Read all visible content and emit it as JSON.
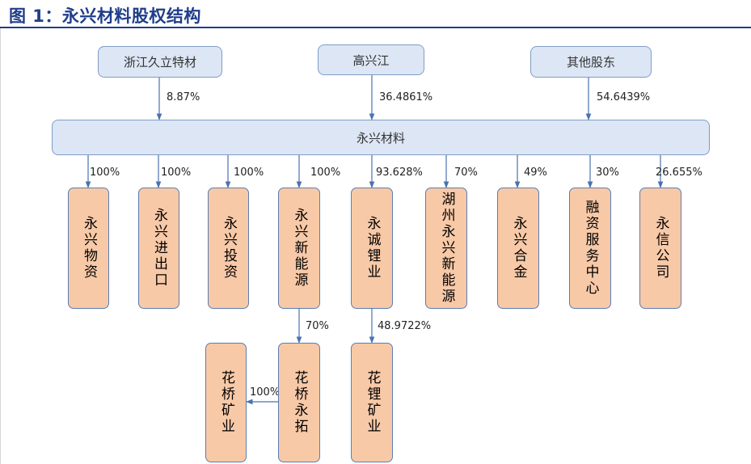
{
  "title": "图 1：永兴材料股权结构",
  "holders": [
    {
      "name": "浙江久立特材",
      "pct": "8.87%"
    },
    {
      "name": "高兴江",
      "pct": "36.4861%"
    },
    {
      "name": "其他股东",
      "pct": "54.6439%"
    }
  ],
  "main": "永兴材料",
  "subsidiaries": [
    {
      "name": "永兴物资",
      "pct": "100%"
    },
    {
      "name": "永兴进出口",
      "pct": "100%"
    },
    {
      "name": "永兴投资",
      "pct": "100%"
    },
    {
      "name": "永兴新能源",
      "pct": "100%"
    },
    {
      "name": "永诚锂业",
      "pct": "93.628%"
    },
    {
      "name": "湖州永兴新能源",
      "pct": "70%"
    },
    {
      "name": "永兴合金",
      "pct": "49%"
    },
    {
      "name": "融资服务中心",
      "pct": "30%"
    },
    {
      "name": "永信公司",
      "pct": "26.655%"
    }
  ],
  "third_level": [
    {
      "name": "花桥矿业",
      "pct": "100%"
    },
    {
      "name": "花桥永拓",
      "pct": "70%"
    },
    {
      "name": "花锂矿业",
      "pct": "48.9722%"
    }
  ],
  "colors": {
    "title": "#1f3d8a",
    "line": "#4a72b0",
    "holder_fill": "#dde6f4",
    "sub_fill": "#f8c9a7"
  }
}
